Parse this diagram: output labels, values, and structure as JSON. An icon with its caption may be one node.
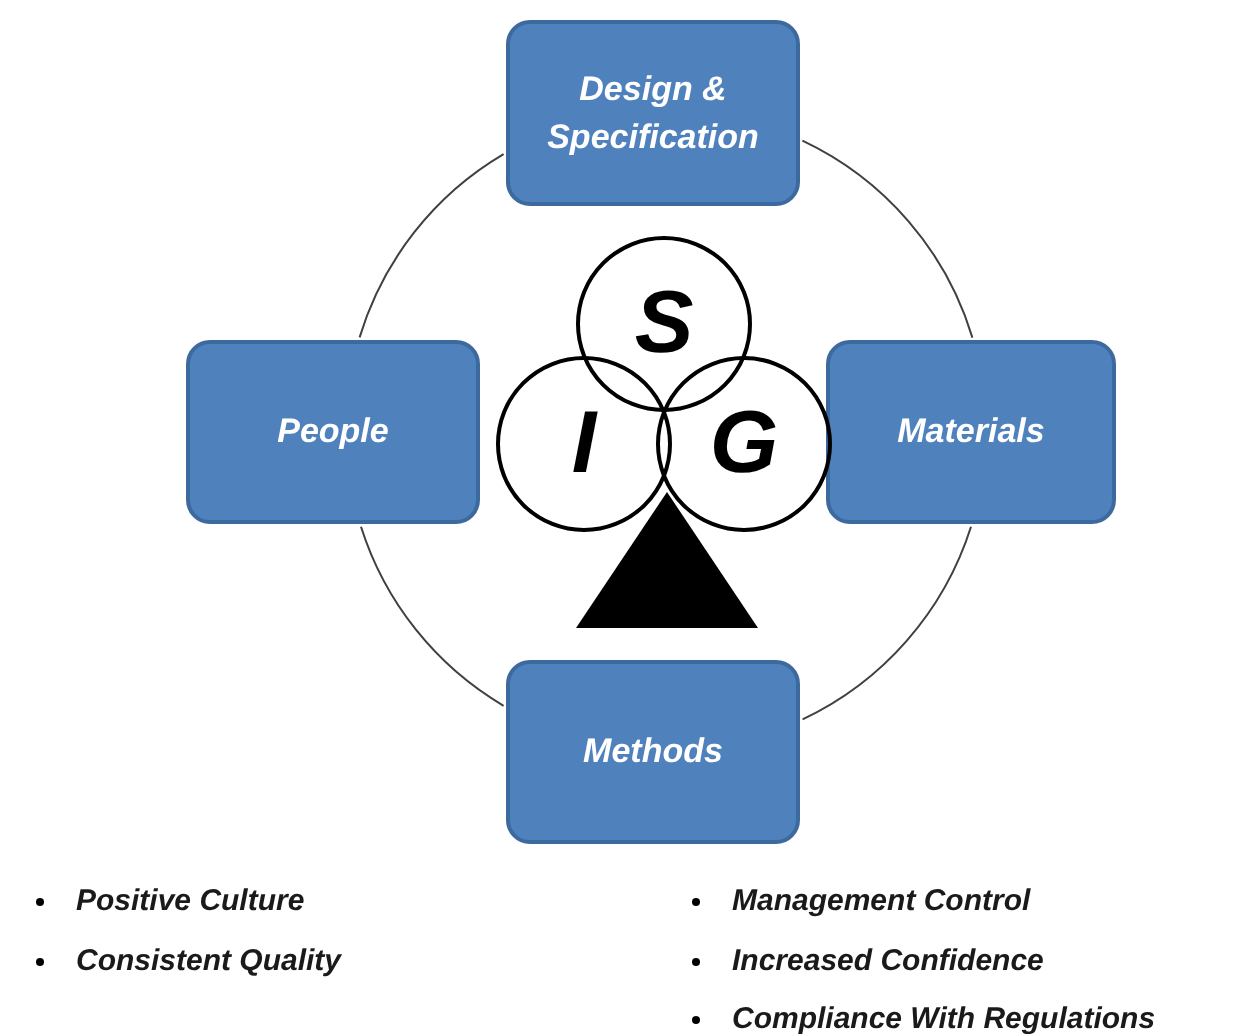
{
  "diagram": {
    "nodes": [
      {
        "text": [
          "Design & Specification"
        ]
      },
      {
        "text": [
          "People"
        ]
      },
      {
        "text": [
          "Materials"
        ]
      },
      {
        "text": [
          "Methods"
        ]
      },
      {
        "text": [
          "S"
        ]
      },
      {
        "text": [
          "I"
        ]
      },
      {
        "text": [
          "G"
        ]
      },
      {
        "text": [],
        "shape": "triangle"
      }
    ],
    "edges": [
      {
        "from": 0,
        "to": 2,
        "arrow": "none"
      },
      {
        "from": 2,
        "to": 3,
        "arrow": "none"
      },
      {
        "from": 3,
        "to": 1,
        "arrow": "none"
      },
      {
        "from": 1,
        "to": 0,
        "arrow": "none"
      }
    ],
    "labels": [
      "Positive Culture",
      "Management Control",
      "Consistent Quality",
      "Increased Confidence",
      "Compliance With Regulations"
    ]
  }
}
